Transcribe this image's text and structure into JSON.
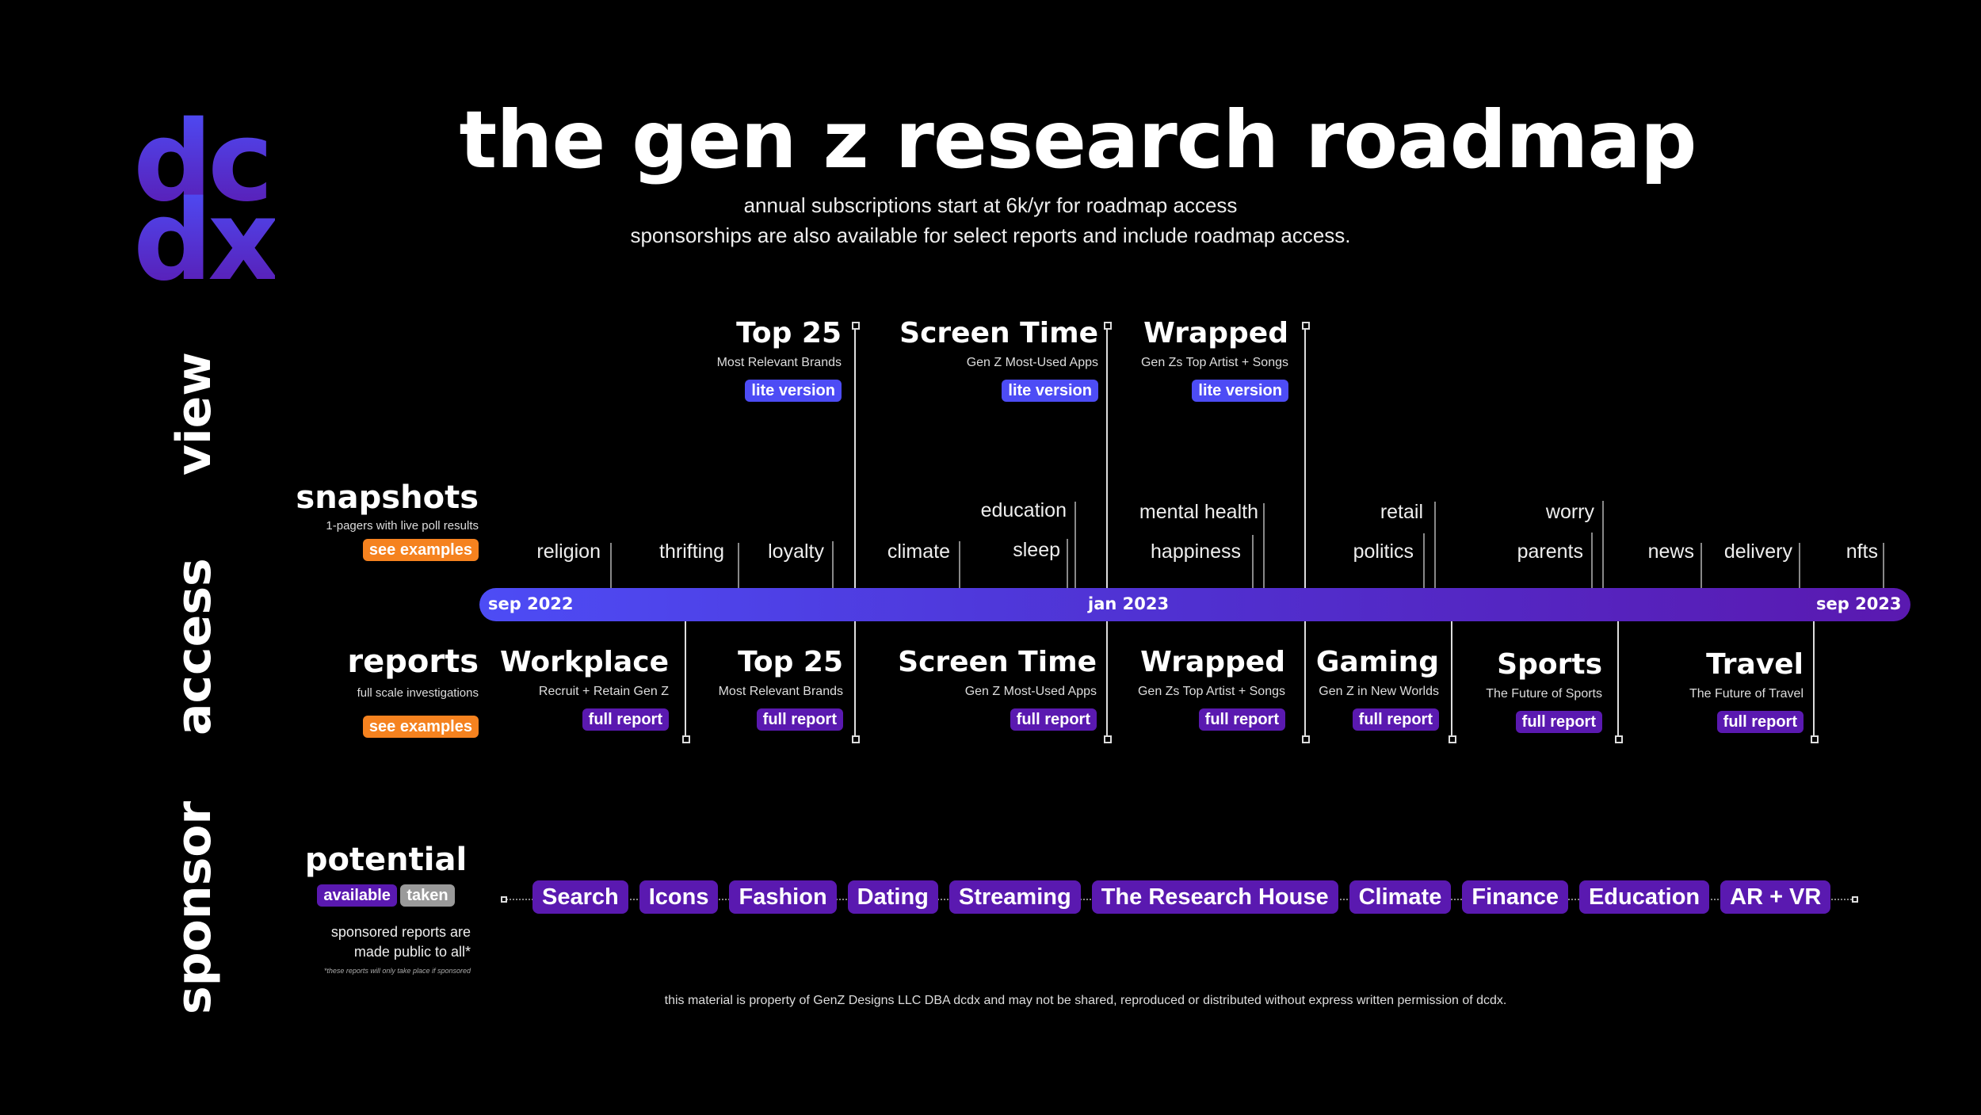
{
  "logo": {
    "line1": "dc",
    "line2": "dx"
  },
  "title": "the gen z research roadmap",
  "subtitle": {
    "line1": "annual subscriptions start at 6k/yr for roadmap access",
    "line2": "sponsorships are also available for select reports and include roadmap access."
  },
  "side_labels": {
    "view": "view",
    "access": "access",
    "sponsor": "sponsor"
  },
  "snapshots": {
    "title": "snapshots",
    "desc": "1-pagers with live poll results",
    "button": "see examples"
  },
  "reports": {
    "title": "reports",
    "desc": "full scale investigations",
    "button": "see examples"
  },
  "potential": {
    "title": "potential",
    "legend_available": "available",
    "legend_taken": "taken",
    "desc_line1": "sponsored reports are",
    "desc_line2": "made public to all*",
    "footnote": "*these reports will only take place if sponsored"
  },
  "lite_reports": [
    {
      "title": "Top 25",
      "desc": "Most Relevant Brands",
      "button": "lite version"
    },
    {
      "title": "Screen Time",
      "desc": "Gen Z Most-Used Apps",
      "button": "lite version"
    },
    {
      "title": "Wrapped",
      "desc": "Gen Zs Top Artist + Songs",
      "button": "lite version"
    }
  ],
  "timeline": {
    "start": "sep 2022",
    "mid": "jan 2023",
    "end": "sep 2023"
  },
  "snapshot_topics": [
    "religion",
    "thrifting",
    "loyalty",
    "climate",
    "education",
    "sleep",
    "mental health",
    "happiness",
    "retail",
    "politics",
    "worry",
    "parents",
    "news",
    "delivery",
    "nfts"
  ],
  "full_reports": [
    {
      "title": "Workplace",
      "desc": "Recruit + Retain Gen Z",
      "button": "full report"
    },
    {
      "title": "Top 25",
      "desc": "Most Relevant Brands",
      "button": "full report"
    },
    {
      "title": "Screen Time",
      "desc": "Gen Z Most-Used Apps",
      "button": "full report"
    },
    {
      "title": "Wrapped",
      "desc": "Gen Zs Top Artist + Songs",
      "button": "full report"
    },
    {
      "title": "Gaming",
      "desc": "Gen Z in New Worlds",
      "button": "full report"
    },
    {
      "title": "Sports",
      "desc": "The Future of Sports",
      "button": "full report"
    },
    {
      "title": "Travel",
      "desc": "The Future of Travel",
      "button": "full report"
    }
  ],
  "sponsor_topics": [
    "Search",
    "Icons",
    "Fashion",
    "Dating",
    "Streaming",
    "The Research House",
    "Climate",
    "Finance",
    "Education",
    "AR + VR"
  ],
  "footer": "this material is property of GenZ Designs LLC DBA dcdx and may not be shared, reproduced or distributed without express written permission of dcdx.",
  "colors": {
    "background": "#000000",
    "lite": "#4d4cf5",
    "full": "#5a19b0",
    "examples": "#f5821f",
    "taken": "#9a9a9a"
  }
}
